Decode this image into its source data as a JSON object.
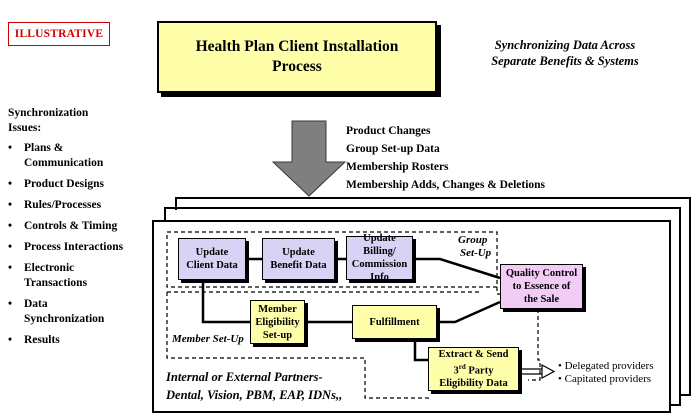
{
  "tag": "ILLUSTRATIVE",
  "title_lines": [
    "Health Plan Client Installation",
    "Process"
  ],
  "subtitle_lines": [
    "Synchronizing Data Across",
    "Separate Benefits & Systems"
  ],
  "sync_heading": [
    "Synchronization",
    "Issues:"
  ],
  "sync_issues": [
    [
      "Plans &",
      "Communication"
    ],
    [
      "Product Designs"
    ],
    [
      "Rules/Processes"
    ],
    [
      "Controls & Timing"
    ],
    [
      "Process Interactions"
    ],
    [
      "Electronic",
      "Transactions"
    ],
    [
      "Data",
      "Synchronization"
    ],
    [
      "Results"
    ]
  ],
  "changes": [
    "Product Changes",
    "Group Set-up Data",
    "Membership Rosters",
    "Membership Adds, Changes & Deletions"
  ],
  "boxes": {
    "update_client": [
      "Update",
      "Client Data"
    ],
    "update_benefit": [
      "Update",
      "Benefit Data"
    ],
    "update_billing": [
      "Update Billing/",
      "Commission",
      "Info"
    ],
    "quality": [
      "Quality Control",
      "to Essence of",
      "the Sale"
    ],
    "member_elig": [
      "Member",
      "Eligibility",
      "Set-up"
    ],
    "fulfillment": "Fulfillment",
    "extract_lines": [
      "Extract & Send",
      "3",
      "rd",
      " Party",
      "Eligibility Data"
    ]
  },
  "group_setup": [
    "Group",
    "Set-Up"
  ],
  "member_setup": "Member Set-Up",
  "partners": [
    "Internal or External Partners-",
    "Dental, Vision, PBM, EAP, IDNs,,"
  ],
  "providers": [
    "Delegated providers",
    "Capitated providers"
  ],
  "colors": {
    "tag_red": "#d00000",
    "yellow": "#ffffaa",
    "lavender": "#d9d2f5",
    "pink": "#f2ccf5",
    "arrow_gray": "#7f7f7f"
  }
}
